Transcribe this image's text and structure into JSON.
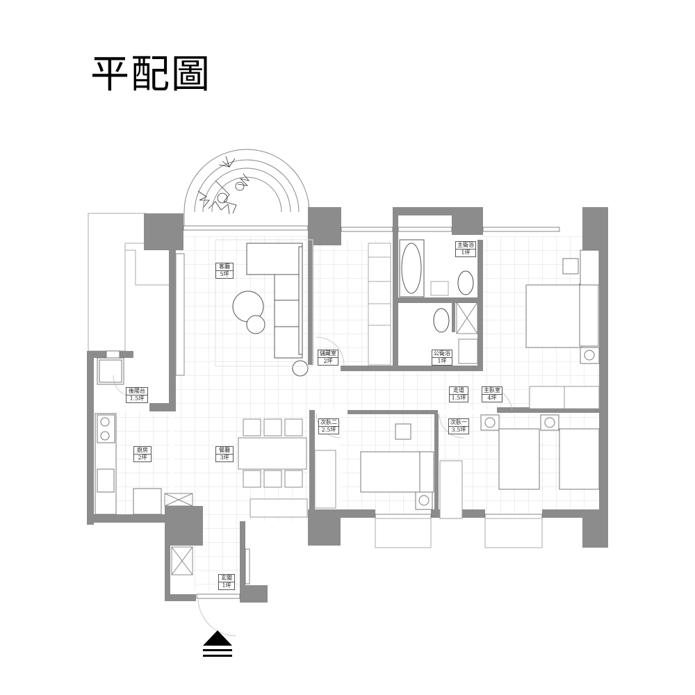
{
  "title": "平配圖",
  "colors": {
    "wall": "#8c8c8c",
    "line": "#777777",
    "grid": "#d8d8d8",
    "background": "#ffffff",
    "text": "#000000"
  },
  "rooms": [
    {
      "name": "客廳",
      "area": "5坪"
    },
    {
      "name": "儲藏室",
      "area": "2坪"
    },
    {
      "name": "主衛浴",
      "area": "1坪"
    },
    {
      "name": "公衛浴",
      "area": "1坪"
    },
    {
      "name": "後陽台",
      "area": "1.5坪"
    },
    {
      "name": "廚房",
      "area": "2坪"
    },
    {
      "name": "餐廳",
      "area": "3坪"
    },
    {
      "name": "走道",
      "area": "1.5坪"
    },
    {
      "name": "主臥室",
      "area": "4坪"
    },
    {
      "name": "次臥二",
      "area": "2.5坪"
    },
    {
      "name": "次臥一",
      "area": "3.5坪"
    },
    {
      "name": "玄關",
      "area": "1坪"
    }
  ],
  "entrance": {
    "icon": "entrance-arrow-icon"
  }
}
